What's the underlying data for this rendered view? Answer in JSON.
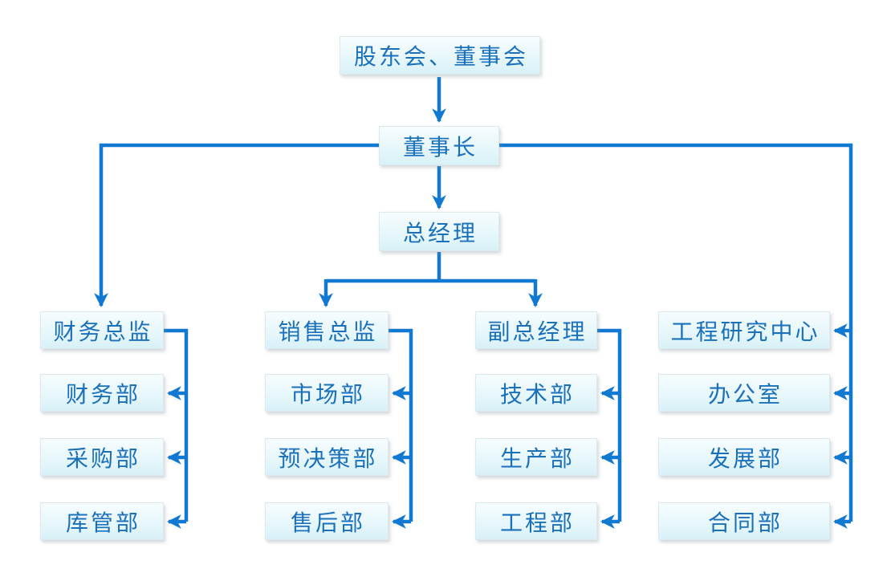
{
  "diagram": {
    "type": "org-chart",
    "nodes": {
      "board": "股东会、董事会",
      "chairman": "董事长",
      "general_manager": "总经理"
    },
    "branches": [
      {
        "head": "财务总监",
        "departments": [
          "财务部",
          "采购部",
          "库管部"
        ]
      },
      {
        "head": "销售总监",
        "departments": [
          "市场部",
          "预决策部",
          "售后部"
        ]
      },
      {
        "head": "副总经理",
        "departments": [
          "技术部",
          "生产部",
          "工程部"
        ]
      }
    ],
    "chairman_direct": [
      "工程研究中心",
      "办公室",
      "发展部",
      "合同部"
    ],
    "colors": {
      "connector": "#1179d2",
      "node_text": "#1b70ba",
      "node_fill_top": "#f6fcfe",
      "node_fill_bottom": "#d8f1f7",
      "node_border": "#dde9ec",
      "background": "#ffffff"
    }
  }
}
